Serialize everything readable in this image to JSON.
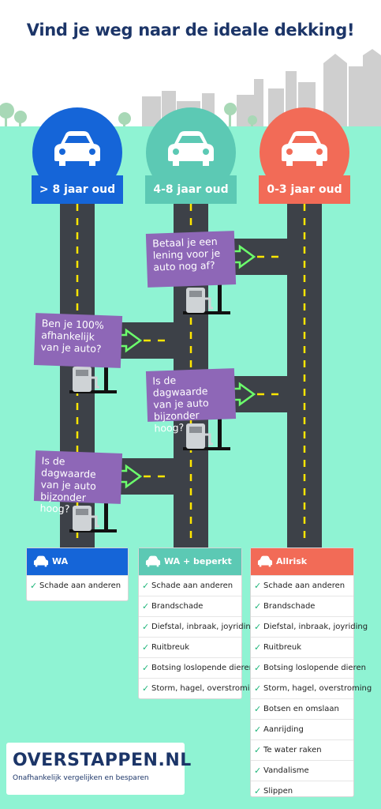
{
  "title": "Vind je weg naar de ideale dekking!",
  "colors": {
    "blue": "#1565d8",
    "teal": "#5cc9b4",
    "orange": "#f26b57",
    "purple": "#8e67b7",
    "road": "#3d4148",
    "lane": "#ffe600",
    "check": "#1fb57a",
    "navy": "#1c3568"
  },
  "ages": [
    {
      "label": "> 8 jaar oud"
    },
    {
      "label": "4-8 jaar oud"
    },
    {
      "label": "0-3 jaar oud"
    }
  ],
  "questions": [
    {
      "text_lines": [
        "Betaal je een",
        "lening voor je",
        "auto nog af?"
      ]
    },
    {
      "text_lines": [
        "Ben je 100%",
        "afhankelijk",
        "van je auto?"
      ]
    },
    {
      "text_lines": [
        "Is de dagwaarde",
        "van je auto",
        "bijzonder hoog?"
      ]
    },
    {
      "text_lines": [
        "Is de dagwaarde",
        "van je auto",
        "bijzonder hoog?"
      ]
    }
  ],
  "cards": [
    {
      "title": "WA",
      "items": [
        "Schade aan anderen"
      ]
    },
    {
      "title": "WA + beperkt casco",
      "items": [
        "Schade aan anderen",
        "Brandschade",
        "Diefstal, inbraak, joyriding",
        "Ruitbreuk",
        "Botsing loslopende dieren",
        "Storm, hagel, overstroming"
      ]
    },
    {
      "title": "Allrisk",
      "items": [
        "Schade aan anderen",
        "Brandschade",
        "Diefstal, inbraak, joyriding",
        "Ruitbreuk",
        "Botsing loslopende dieren",
        "Storm, hagel, overstroming",
        "Botsen en omslaan",
        "Aanrijding",
        "Te water raken",
        "Vandalisme",
        "Slippen"
      ]
    }
  ],
  "logo": {
    "name": "OVERSTAPPEN.NL",
    "tagline": "Onafhankelijk vergelijken en besparen"
  }
}
